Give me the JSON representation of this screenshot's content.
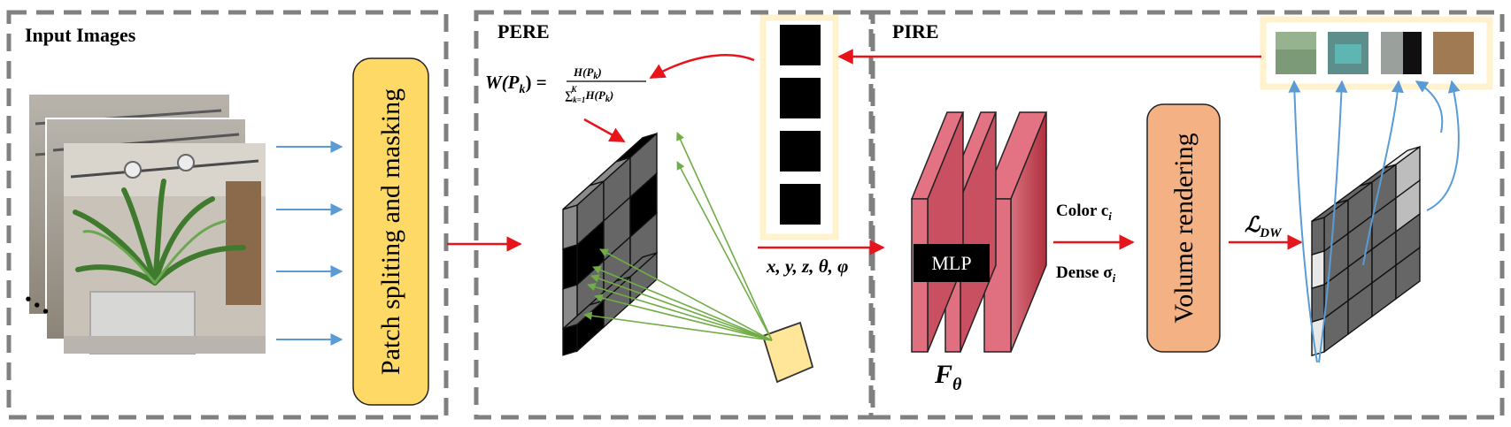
{
  "sections": {
    "input": {
      "title": "Input Images"
    },
    "pere": {
      "title": "PERE"
    },
    "pire": {
      "title": "PIRE"
    }
  },
  "blocks": {
    "patch_box": "Patch spliting and masking",
    "mlp": "MLP",
    "volume_rendering": "Volume rendering"
  },
  "labels": {
    "coords": "x, y, z, θ, φ",
    "color": "Color c",
    "color_sub": "i",
    "dense": "Dense σ",
    "dense_sub": "i",
    "f_theta": "F",
    "f_theta_sub": "θ",
    "loss": "ℒ",
    "loss_sub": "DW",
    "ellipsis": "• • •"
  },
  "formula": {
    "lhs_w": "W",
    "lhs_p": "(P",
    "lhs_k": "k",
    "lhs_close": ") =",
    "numerator": "H(P",
    "numerator_k": "k",
    "numerator_close": ")",
    "denominator_sum": "∑",
    "denominator_sub": "k=1",
    "denominator_sup": "K",
    "denominator_h": "H(P",
    "denominator_k": "k",
    "denominator_close": ")"
  },
  "colors": {
    "dash": "#808080",
    "arrow_red": "#e8141b",
    "arrow_blue": "#5b9bd5",
    "arrow_green": "#70ad47",
    "patch_fill": "#ffd966",
    "volume_fill": "#f4b183",
    "mlp_red": "#e06070",
    "highlight_frame": "#fff2cc"
  }
}
